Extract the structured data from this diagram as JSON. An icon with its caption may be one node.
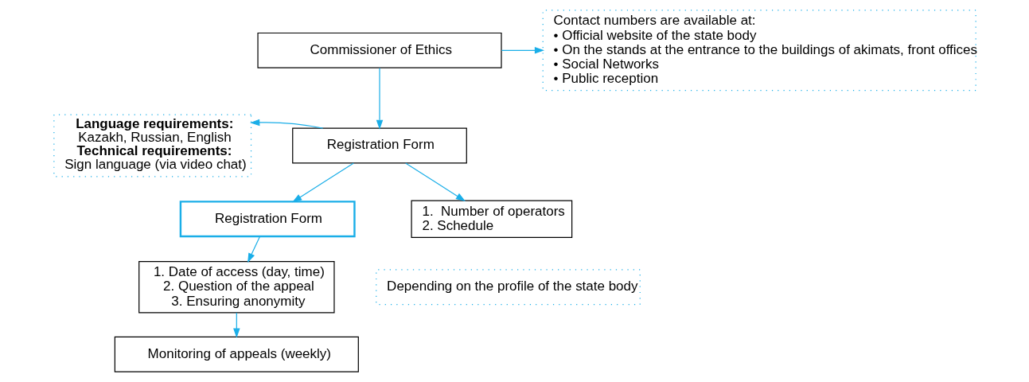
{
  "diagram": {
    "nodes": [
      {
        "text": [
          "Commissioner of Ethics"
        ]
      },
      {
        "text": [
          "Contact numbers are available at:",
          "• Official website of the state body",
          "• On the stands at the entrance to the buildings of akimats, front offices",
          "• Social Networks",
          "• Public reception"
        ]
      },
      {
        "text": [
          "Registration Form"
        ]
      },
      {
        "text": [
          "Language requirements:",
          "Kazakh, Russian, English",
          "Technical requirements:",
          "Sign language (via video chat)"
        ]
      },
      {
        "text": [
          "Registration Form"
        ]
      },
      {
        "text": [
          "1.  Number of operators",
          "2. Schedule"
        ]
      },
      {
        "text": [
          "Depending on the profile of the state body"
        ]
      },
      {
        "text": [
          "1. Date of access (day, time)",
          "2. Question of the appeal",
          "3. Ensuring anonymity"
        ]
      },
      {
        "text": [
          "Monitoring of appeals (weekly)"
        ]
      }
    ],
    "edges": [
      {
        "from": 0,
        "to": 1,
        "arrow": "to"
      },
      {
        "from": 0,
        "to": 2,
        "arrow": "to"
      },
      {
        "from": 2,
        "to": 3,
        "arrow": "to"
      },
      {
        "from": 2,
        "to": 4,
        "arrow": "to"
      },
      {
        "from": 2,
        "to": 5,
        "arrow": "to"
      },
      {
        "from": 4,
        "to": 7,
        "arrow": "to"
      },
      {
        "from": 7,
        "to": 8,
        "arrow": "to"
      }
    ]
  }
}
